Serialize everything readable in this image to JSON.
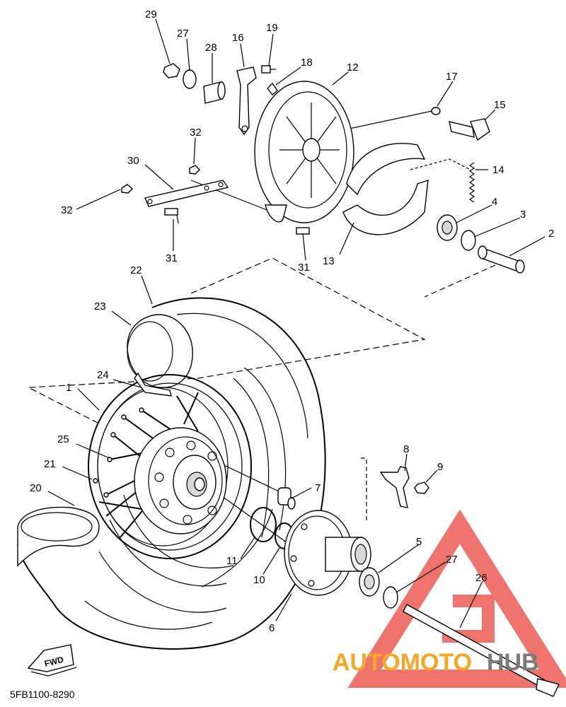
{
  "callouts": {
    "c1": "1",
    "c2": "2",
    "c3": "3",
    "c4": "4",
    "c5": "5",
    "c6": "6",
    "c7": "7",
    "c8": "8",
    "c9": "9",
    "c10": "10",
    "c11": "11",
    "c12": "12",
    "c13": "13",
    "c14": "14",
    "c15": "15",
    "c16": "16",
    "c17": "17",
    "c18": "18",
    "c19": "19",
    "c20": "20",
    "c21": "21",
    "c22": "22",
    "c23": "23",
    "c24": "24",
    "c25": "25",
    "c26": "26",
    "c27a": "27",
    "c27b": "27",
    "c28": "28",
    "c29": "29",
    "c30": "30",
    "c31a": "31",
    "c31b": "31",
    "c32a": "32",
    "c32b": "32"
  },
  "fwd_label": "FWD",
  "diagram_code": "5FB1100-8290",
  "watermark": {
    "part1": "AUTOMOTO",
    "part2": "HUB"
  },
  "colors": {
    "watermark_orange": "#f5a623",
    "watermark_red": "#e8453c",
    "watermark_gray": "#7a7a7a"
  }
}
